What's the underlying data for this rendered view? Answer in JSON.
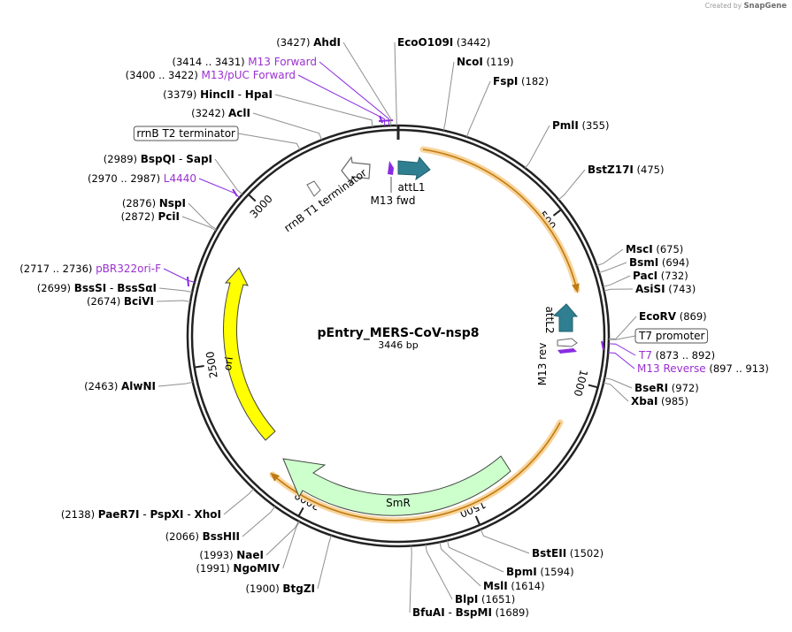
{
  "app": {
    "watermark_prefix": "Created by",
    "watermark_brand": "SnapGene"
  },
  "plasmid": {
    "name": "pEntry_MERS-CoV-nsp8",
    "size": "3446 bp",
    "total_bp": 3446
  },
  "ring_ticks": [
    "500",
    "1000",
    "1500",
    "2000",
    "2500",
    "3000"
  ],
  "colors": {
    "att": "#2f7f91",
    "primer": "#8a2be2",
    "ori": "#ffff00",
    "smr_fill": "#ccffcc",
    "orf_highlight": "#f8d49a",
    "orf_line": "#c07a10",
    "feature_text": "#9b30d0",
    "grey_lines": "#8f8f8f"
  },
  "features": {
    "attL1": "attL1",
    "attL2": "attL2",
    "m13fwd": "M13 fwd",
    "m13rev": "M13 rev",
    "rrnb_t1": "rrnB T1 terminator",
    "ori": "ori",
    "smr": "SmR"
  },
  "labels": [
    {
      "key": "ahdi",
      "pos": "(3427)",
      "name": "AhdI",
      "kind": "enzyme",
      "side": "left",
      "bp": 3427
    },
    {
      "key": "m13forward",
      "pos": "(3414 .. 3431)",
      "name": "M13 Forward",
      "kind": "feature",
      "side": "left",
      "bp": 3422
    },
    {
      "key": "m13puc",
      "pos": "(3400 .. 3422)",
      "name": "M13/pUC Forward",
      "kind": "feature",
      "side": "left",
      "bp": 3411
    },
    {
      "key": "hincii",
      "pos": "(3379)",
      "name": "HincII",
      "name2": "HpaI",
      "kind": "enzyme",
      "side": "left",
      "bp": 3379
    },
    {
      "key": "acli",
      "pos": "(3242)",
      "name": "AclI",
      "kind": "enzyme",
      "side": "left",
      "bp": 3242
    },
    {
      "key": "rrnbt2",
      "name": "rrnB T2 terminator",
      "kind": "boxed",
      "side": "left",
      "bp": 3180
    },
    {
      "key": "bspqi",
      "pos": "(2989)",
      "name": "BspQI",
      "name2": "SapI",
      "kind": "enzyme",
      "side": "left",
      "bp": 2989
    },
    {
      "key": "l4440",
      "pos": "(2970 .. 2987)",
      "name": "L4440",
      "kind": "feature",
      "side": "left",
      "bp": 2978
    },
    {
      "key": "nspi",
      "pos": "(2876)",
      "name": "NspI",
      "kind": "enzyme",
      "side": "left",
      "bp": 2876
    },
    {
      "key": "pcii",
      "pos": "(2872)",
      "name": "PciI",
      "kind": "enzyme",
      "side": "left",
      "bp": 2872
    },
    {
      "key": "pbr322",
      "pos": "(2717 .. 2736)",
      "name": "pBR322ori-F",
      "kind": "feature",
      "side": "left",
      "bp": 2726
    },
    {
      "key": "bsssi",
      "pos": "(2699)",
      "name": "BssSI",
      "name2": "BssSαI",
      "kind": "enzyme",
      "side": "left",
      "bp": 2699
    },
    {
      "key": "bcivi",
      "pos": "(2674)",
      "name": "BciVI",
      "kind": "enzyme",
      "side": "left",
      "bp": 2674
    },
    {
      "key": "alwni",
      "pos": "(2463)",
      "name": "AlwNI",
      "kind": "enzyme",
      "side": "left",
      "bp": 2463
    },
    {
      "key": "paer7i",
      "pos": "(2138)",
      "name": "PaeR7I",
      "name2": "PspXI",
      "name3": "XhoI",
      "kind": "enzyme",
      "side": "left",
      "bp": 2138
    },
    {
      "key": "bsshii",
      "pos": "(2066)",
      "name": "BssHII",
      "kind": "enzyme",
      "side": "left",
      "bp": 2066
    },
    {
      "key": "naei",
      "pos": "(1993)",
      "name": "NaeI",
      "kind": "enzyme",
      "side": "left",
      "bp": 1993
    },
    {
      "key": "ngomiv",
      "pos": "(1991)",
      "name": "NgoMIV",
      "kind": "enzyme",
      "side": "left",
      "bp": 1991
    },
    {
      "key": "btgzi",
      "pos": "(1900)",
      "name": "BtgZI",
      "kind": "enzyme",
      "side": "left",
      "bp": 1900
    },
    {
      "key": "ecoo109i",
      "pos": "(3442)",
      "name": "EcoO109I",
      "kind": "enzyme",
      "side": "right",
      "bp": 3442
    },
    {
      "key": "ncoi",
      "pos": "(119)",
      "name": "NcoI",
      "kind": "enzyme",
      "side": "right",
      "bp": 119
    },
    {
      "key": "fspi",
      "pos": "(182)",
      "name": "FspI",
      "kind": "enzyme",
      "side": "right",
      "bp": 182
    },
    {
      "key": "pmli",
      "pos": "(355)",
      "name": "PmlI",
      "kind": "enzyme",
      "side": "right",
      "bp": 355
    },
    {
      "key": "bstz17i",
      "pos": "(475)",
      "name": "BstZ17I",
      "kind": "enzyme",
      "side": "right",
      "bp": 475
    },
    {
      "key": "msci",
      "pos": "(675)",
      "name": "MscI",
      "kind": "enzyme",
      "side": "right",
      "bp": 675
    },
    {
      "key": "bsmi",
      "pos": "(694)",
      "name": "BsmI",
      "kind": "enzyme",
      "side": "right",
      "bp": 694
    },
    {
      "key": "paci",
      "pos": "(732)",
      "name": "PacI",
      "kind": "enzyme",
      "side": "right",
      "bp": 732
    },
    {
      "key": "asisi",
      "pos": "(743)",
      "name": "AsiSI",
      "kind": "enzyme",
      "side": "right",
      "bp": 743
    },
    {
      "key": "ecorv",
      "pos": "(869)",
      "name": "EcoRV",
      "kind": "enzyme",
      "side": "right",
      "bp": 869
    },
    {
      "key": "t7prom",
      "name": "T7 promoter",
      "kind": "boxed",
      "side": "right",
      "bp": 871
    },
    {
      "key": "t7",
      "pos": "(873 .. 892)",
      "name": "T7",
      "kind": "feature",
      "side": "right",
      "bp": 882
    },
    {
      "key": "m13reverse",
      "pos": "(897 .. 913)",
      "name": "M13 Reverse",
      "kind": "feature",
      "side": "right",
      "bp": 905
    },
    {
      "key": "bseri",
      "pos": "(972)",
      "name": "BseRI",
      "kind": "enzyme",
      "side": "right",
      "bp": 972
    },
    {
      "key": "xbai",
      "pos": "(985)",
      "name": "XbaI",
      "kind": "enzyme",
      "side": "right",
      "bp": 985
    },
    {
      "key": "bsteii",
      "pos": "(1502)",
      "name": "BstEII",
      "kind": "enzyme",
      "side": "right",
      "bp": 1502
    },
    {
      "key": "bpmi",
      "pos": "(1594)",
      "name": "BpmI",
      "kind": "enzyme",
      "side": "right",
      "bp": 1594
    },
    {
      "key": "msli",
      "pos": "(1614)",
      "name": "MslI",
      "kind": "enzyme",
      "side": "right",
      "bp": 1614
    },
    {
      "key": "blpi",
      "pos": "(1651)",
      "name": "BlpI",
      "kind": "enzyme",
      "side": "right",
      "bp": 1651
    },
    {
      "key": "bfuai",
      "pos": "(1689)",
      "name": "BfuAI",
      "name2": "BspMI",
      "kind": "enzyme",
      "side": "right",
      "bp": 1689
    }
  ]
}
